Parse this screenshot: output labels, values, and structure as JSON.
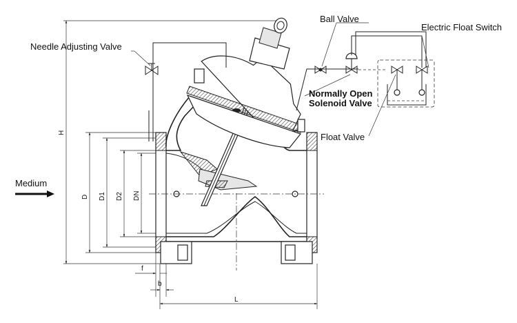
{
  "labels": {
    "ball_valve": "Ball Valve",
    "electric_float_switch": "Electric Float Switch",
    "needle_adjusting_valve": "Needle Adjusting Valve",
    "normally_open": "Normally Open",
    "solenoid_valve": "Solenoid Valve",
    "float_valve": "Float Valve",
    "medium": "Medium"
  },
  "dimensions": {
    "h": "H",
    "d": "D",
    "d1": "D1",
    "d2": "D2",
    "dn": "DN",
    "f": "f",
    "b": "b",
    "l": "L"
  }
}
